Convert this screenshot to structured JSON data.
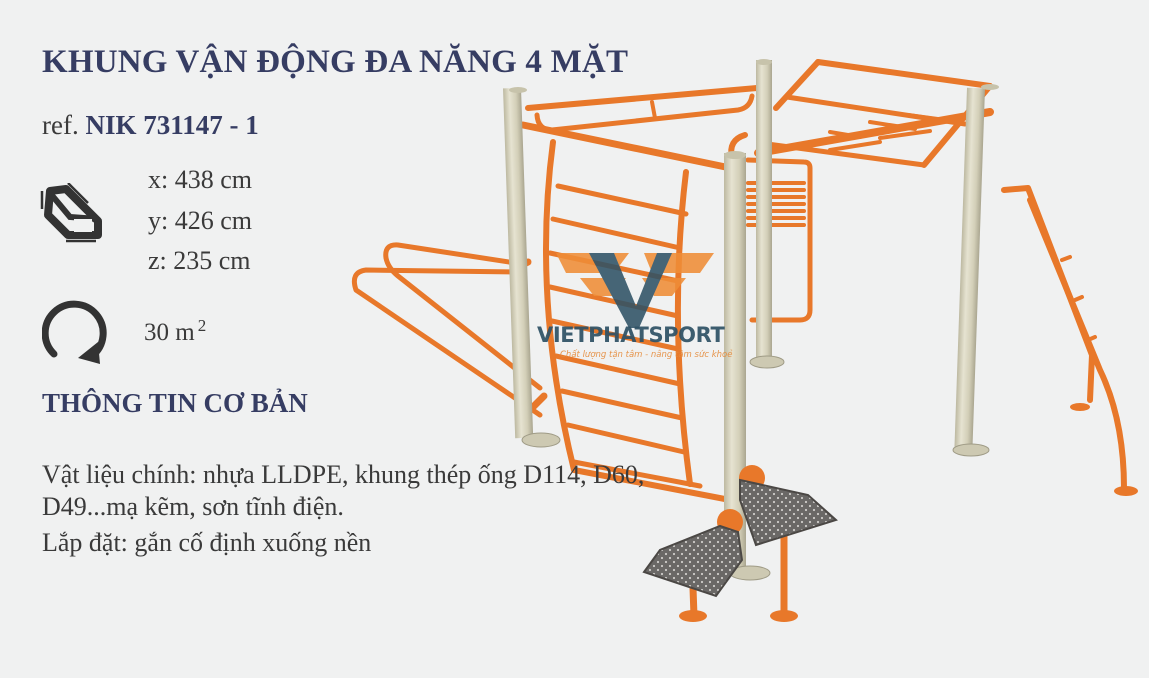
{
  "product": {
    "title": "KHUNG VẬN ĐỘNG ĐA NĂNG 4 MẶT",
    "ref_prefix": "ref.",
    "ref_code": "NIK 731147 - 1"
  },
  "dimensions": {
    "icon": "box-dimensions-icon",
    "x": "x: 438 cm",
    "y": "y: 426 cm",
    "z": "z: 235 cm"
  },
  "area": {
    "icon": "rotate-area-icon",
    "value": "30 m",
    "unit_sup": "2"
  },
  "basic_info": {
    "heading": "THÔNG TIN CƠ BẢN",
    "material": "Vật liệu chính: nhựa LLDPE, khung thép ống D114, D60, D49...mạ kẽm, sơn tĩnh điện.",
    "installation": "Lắp đặt: gắn cố định xuống nền"
  },
  "watermark": {
    "brand": "VIETPHATSPORT",
    "tagline": "Chất lượng tận tâm - nâng tầm sức khoẻ"
  },
  "colors": {
    "background": "#f0f1f1",
    "title": "#363d63",
    "text": "#3a3a3a",
    "frame_orange": "#e8782a",
    "pole_beige": "#d3cfb8",
    "logo_blue": "#2f5266",
    "logo_orange": "#ef8d37"
  }
}
